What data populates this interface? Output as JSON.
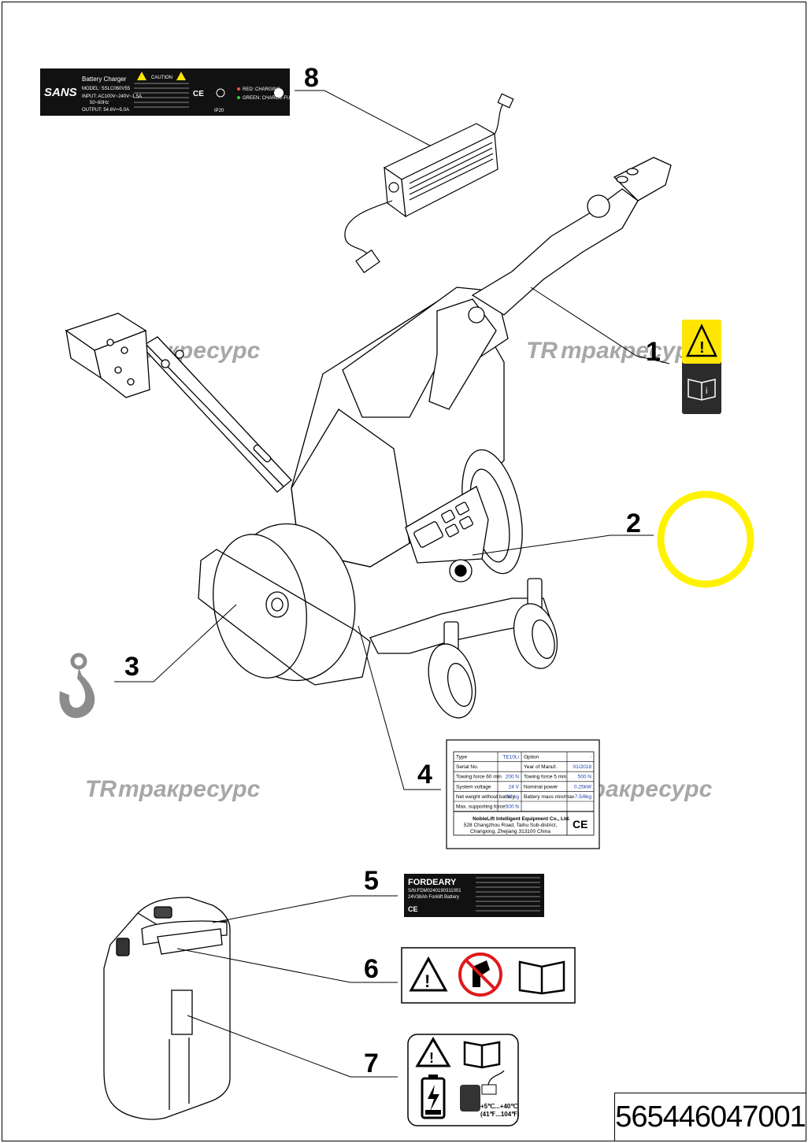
{
  "callouts": [
    "1",
    "2",
    "3",
    "4",
    "5",
    "6",
    "7",
    "8"
  ],
  "watermark": "тракресурс",
  "watermark_mark": "TR",
  "part_number": "565446047001",
  "charger_label": {
    "brand": "SANS",
    "title": "Battery Charger",
    "model": "MODEL: SSLC060V55",
    "input": "INPUT: AC100V~240V~1.5A",
    "freq": "50~60Hz",
    "output": "OUTPUT: 54.6V⎓5.0A",
    "caution": "CAUTION",
    "ip": "IP20",
    "red_led": "RED: CHARGING",
    "green_led": "GREEN: CHARGE-FULL"
  },
  "rating_plate": {
    "rows": [
      [
        "Type",
        "TE10Li",
        "Option",
        "-"
      ],
      [
        "Serial No.",
        "",
        "Year of Manuf.",
        "01/2018"
      ],
      [
        "Towing force 60 min",
        "200 N",
        "Towing force 5 min",
        "500 N"
      ],
      [
        "System voltage",
        "24 V",
        "Nominal power",
        "0.25kW"
      ],
      [
        "Net weight without battery",
        "62 kg",
        "Battery mass min/max",
        "7.5/8kg"
      ],
      [
        "Max. supporting force",
        "500 N",
        "",
        ""
      ]
    ],
    "maker": "NobleLift Intelligent Equipment Co., Ltd.",
    "address1": "528 Changzhou Road, Taihu Sub-district,",
    "address2": "Changxing, Zhejiang 313100 China",
    "ce": "CE"
  },
  "battery_label": {
    "brand": "FORDEARY",
    "serial": "S/N:FDM0240190311001",
    "desc": "24V38Ah Forklift Battery",
    "ce": "CE"
  },
  "colors": {
    "warning_yellow": "#ffe600",
    "circle_yellow": "#fff200",
    "hook_grey": "#8c8c8c",
    "label_black": "#111111"
  },
  "icons": [
    "warning-triangle-icon",
    "manual-book-icon",
    "no-fire-icon",
    "battery-charging-icon",
    "charger-temp-icon",
    "hook-icon",
    "yellow-circle-icon"
  ],
  "temp_range": "+5℃...+40℃",
  "temp_range_f": "(41℉...104℉)"
}
